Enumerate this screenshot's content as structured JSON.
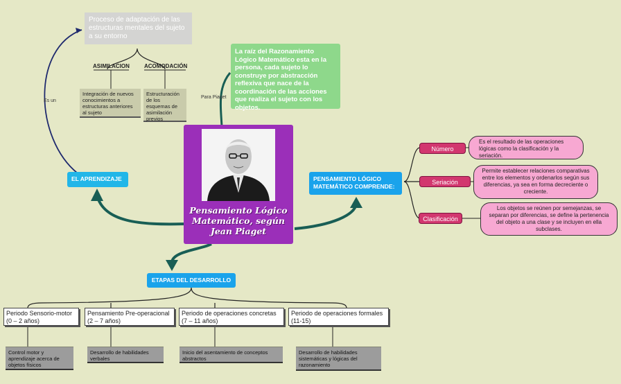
{
  "center": {
    "title_lines": [
      "Pensamiento Lógico",
      "Matemático, según",
      "Jean Piaget"
    ],
    "photo_icon": "portrait-photo"
  },
  "aprendizaje": {
    "label": "EL APRENDIZAJE",
    "edge_label": "Es un",
    "definition": "Proceso de adaptación de las estructuras mentales del sujeto a su entorno",
    "asimilacion": {
      "label": "ASIMILACION",
      "desc": "Integración de nuevos conocimientos a estructuras anteriores al sujeto"
    },
    "acomodacion": {
      "label": "ACOMODACIÓN",
      "desc": "Estructuración de los esquemas de asimilación previos"
    }
  },
  "piaget_note": {
    "edge_label": "Para Piaget",
    "text": "La raíz del Razonamiento Lógico Matemático esta en la persona, cada sujeto lo construye por abstracción reflexiva que nace de la coordinación de las acciones que realiza el sujeto con los objetos."
  },
  "pensamiento": {
    "label": "PENSAMIENTO LÓGICO MATEMÁTICO COMPRENDE:",
    "items": [
      {
        "label": "Número",
        "desc": "Es el resultado de las operaciones lógicas como la clasificación y la seriación."
      },
      {
        "label": "Seriación",
        "desc": "Permite establecer relaciones comparativas entre los elementos y ordenarlos según sus diferencias, ya sea en forma decreciente o creciente."
      },
      {
        "label": "Clasificación",
        "desc": "Los objetos se reúnen por semejanzas, se separan por diferencias, se define la pertenencia del objeto a una clase y se incluyen en ella subclases."
      }
    ]
  },
  "etapas": {
    "label": "ETAPAS DEL DESARROLLO",
    "stages": [
      {
        "label": "Periodo Sensorio-motor (0 – 2 años)",
        "desc": "Control motor y aprendizaje acerca de objetos físicos"
      },
      {
        "label": "Pensamiento Pre-operacional (2 – 7 años)",
        "desc": "Desarrollo de habilidades verbales"
      },
      {
        "label": "Periodo de operaciones concretas (7 – 11 años)",
        "desc": "Inicio del asentamiento de conceptos abstractos"
      },
      {
        "label": "Periodo de operaciones formales (11-15)",
        "desc": "Desarrollo de habilidades sistemáticas y lógicas del razonamiento"
      }
    ]
  },
  "colors": {
    "background": "#e5e8c6",
    "center": "#9b2fb9",
    "connector": "#195e55",
    "navy": "#1f2a6e",
    "blue": "#22b6e8",
    "magenta": "#d2376f",
    "pink": "#f7a8d2",
    "green": "#8ed88b"
  }
}
